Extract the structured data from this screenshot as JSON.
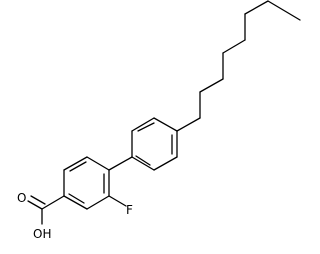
{
  "molecule": {
    "atom_labels": {
      "fluorine": "F",
      "hydroxyl": "OH",
      "carbonyl_oxygen": "O"
    }
  },
  "colors": {
    "background": "#ffffff",
    "bond": "#000000",
    "label": "#000000"
  }
}
